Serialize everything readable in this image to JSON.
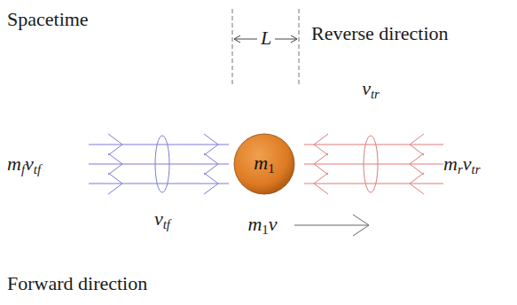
{
  "diagram": {
    "nodes": [
      {
        "text": [
          "m1"
        ]
      }
    ],
    "labels": [
      "Spacetime",
      "Reverse direction",
      "L",
      "mfvtf",
      "vtr",
      "mrvtr",
      "vtf",
      "m1v",
      "Forward direction"
    ]
  }
}
